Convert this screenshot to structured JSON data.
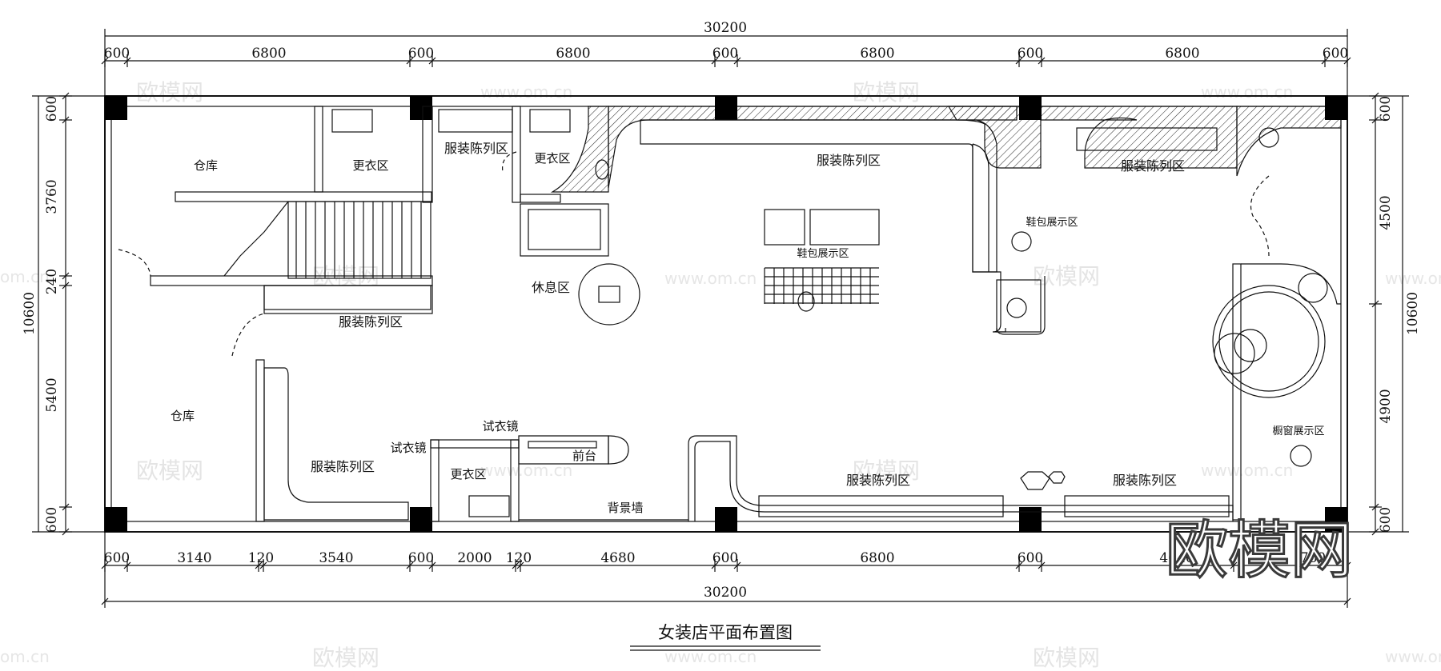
{
  "drawing": {
    "title": "女装店平面布置图",
    "dims_top_total": "30200",
    "dims_top": [
      "600",
      "6800",
      "600",
      "6800",
      "600",
      "6800",
      "600",
      "6800",
      "600"
    ],
    "dims_bottom": [
      "600",
      "3140",
      "120",
      "3540",
      "600",
      "2000",
      "120",
      "4680",
      "600",
      "6800",
      "600",
      "4640",
      "760"
    ],
    "dims_bottom_total": "30200",
    "dims_left": [
      "600",
      "3760",
      "240",
      "5400",
      "600"
    ],
    "dims_left_total": "10600",
    "dims_right": [
      "600",
      "4500",
      "4900",
      "600"
    ],
    "dims_right_total": "10600"
  },
  "rooms": {
    "storage_top": "仓库",
    "changing_top_left": "更衣区",
    "clothing_top_left": "服装陈列区",
    "changing_top_mid": "更衣区",
    "clothing_top_center": "服装陈列区",
    "clothing_top_right": "服装陈列区",
    "shoes_bags_right": "鞋包展示区",
    "shoes_bags_center": "鞋包展示区",
    "rest_area": "休息区",
    "clothing_mid_left": "服装陈列区",
    "storage_bottom": "仓库",
    "clothing_bottom_left": "服装陈列区",
    "mirror_left": "试衣镜",
    "mirror_top": "试衣镜",
    "changing_bottom": "更衣区",
    "front_desk": "前台",
    "back_wall": "背景墙",
    "clothing_bottom_center": "服装陈列区",
    "clothing_bottom_right": "服装陈列区",
    "window_display": "橱窗展示区"
  },
  "watermark": {
    "brand": "欧模网",
    "url": "www.om.cn",
    "url_short": "om.cn"
  }
}
